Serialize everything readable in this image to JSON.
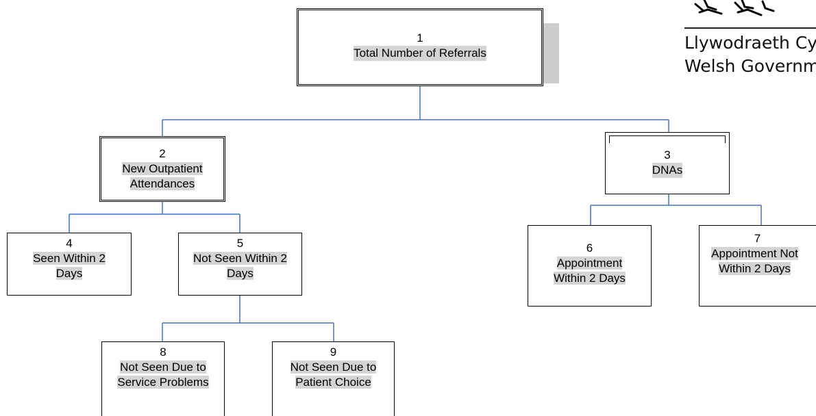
{
  "logo": {
    "line1": "Llywodraeth Cymru",
    "line2": "Welsh Government"
  },
  "nodes": {
    "n1": {
      "id": "1",
      "label": "Total Number of Referrals"
    },
    "n2": {
      "id": "2",
      "label": "New Outpatient Attendances"
    },
    "n3": {
      "id": "3",
      "label": "DNAs"
    },
    "n4": {
      "id": "4",
      "label": "Seen Within 2 Days"
    },
    "n5": {
      "id": "5",
      "label": "Not Seen Within 2 Days"
    },
    "n6": {
      "id": "6",
      "label": "Appointment Within 2 Days"
    },
    "n7": {
      "id": "7",
      "label": "Appointment Not Within 2 Days"
    },
    "n8": {
      "id": "8",
      "label": "Not Seen Due to Service Problems"
    },
    "n9": {
      "id": "9",
      "label": "Not Seen Due to Patient Choice"
    }
  },
  "colors": {
    "connector": "#4472c4",
    "shadow": "#cccccc",
    "label_highlight": "#d4d4d4"
  }
}
